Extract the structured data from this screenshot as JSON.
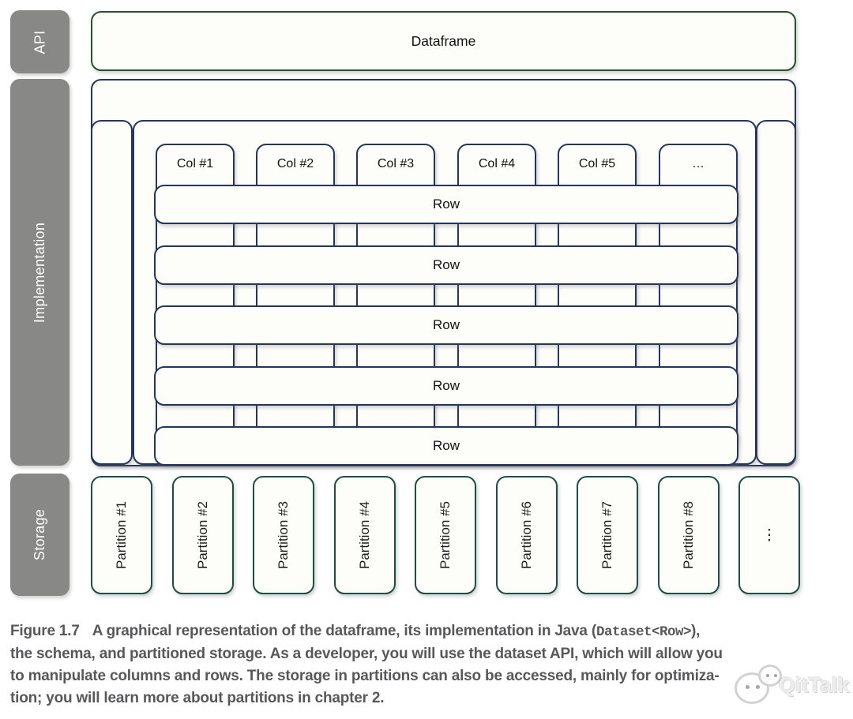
{
  "sidebar": {
    "api_label": "API",
    "implementation_label": "Implementation",
    "storage_label": "Storage"
  },
  "api_layer": {
    "dataframe_label": "Dataframe"
  },
  "implementation_layer": {
    "dataset_label": "Dataset<Row>",
    "columns": [
      "Col #1",
      "Col #2",
      "Col #3",
      "Col #4",
      "Col #5",
      "…"
    ],
    "rows": [
      "Row",
      "Row",
      "Row",
      "Row",
      "Row"
    ]
  },
  "storage_layer": {
    "partitions": [
      "Partition #1",
      "Partition #2",
      "Partition #3",
      "Partition #4",
      "Partition #5",
      "Partition #6",
      "Partition #7",
      "Partition #8"
    ],
    "ellipsis": "⋮"
  },
  "caption": {
    "figure_label": "Figure 1.7",
    "line1_text": "A graphical representation of the dataframe, its implementation in Java (",
    "line1_code": "Dataset<Row>",
    "line1_suffix": "),",
    "line2": "the schema, and partitioned storage. As a developer, you will use the dataset API, which will allow you",
    "line3": "to manipulate columns and rows. The storage in partitions can also be accessed, mainly for optimiza-",
    "line4": "tion; you will learn more about partitions in chapter 2."
  },
  "watermark": {
    "text": "QitTalk"
  },
  "colors": {
    "navy_border": "#26355c",
    "green_border": "#27522b",
    "teal_border": "#1d4e44",
    "gray_block": "#888887",
    "box_fill": "#fdfdfa",
    "caption_text": "#58585a"
  }
}
